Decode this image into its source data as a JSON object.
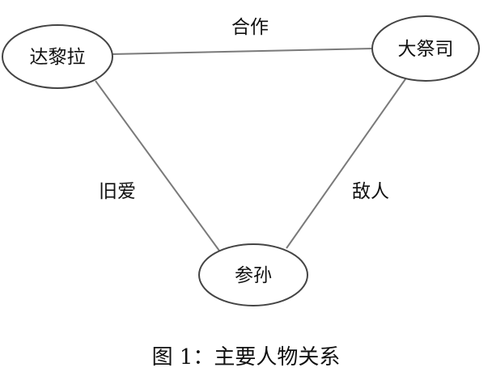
{
  "diagram": {
    "nodes": {
      "dalila": "达黎拉",
      "priest": "大祭司",
      "samson": "参孙"
    },
    "edges": {
      "dalila_priest": "合作",
      "dalila_samson": "旧爱",
      "priest_samson": "敌人"
    }
  },
  "caption": "图 1：主要人物关系"
}
